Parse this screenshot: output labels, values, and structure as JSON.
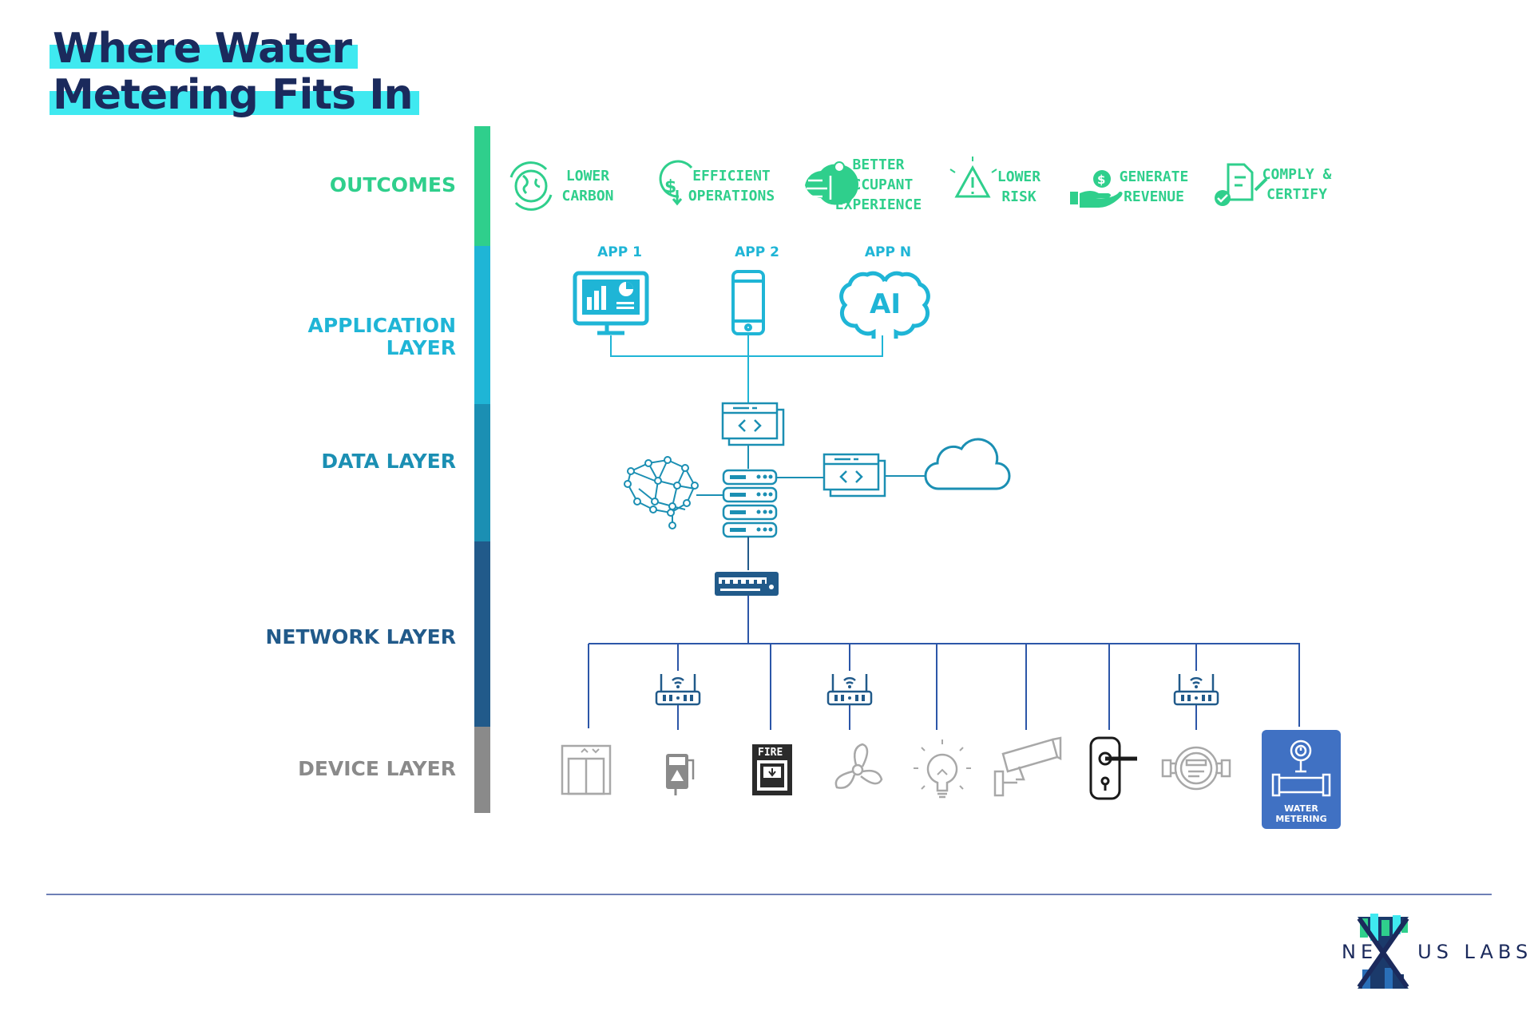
{
  "title": {
    "line1": "Where Water",
    "line2": "Metering Fits In"
  },
  "layers": {
    "outcomes": "OUTCOMES",
    "application": "APPLICATION\nLAYER",
    "data": "DATA LAYER",
    "network": "NETWORK LAYER",
    "device": "DEVICE LAYER"
  },
  "colors": {
    "outcomes": "#2fcf8c",
    "application": "#1fb5d6",
    "data": "#1b8fb3",
    "network": "#215a8a",
    "device": "#8a8a8a",
    "navy": "#1b2a5c",
    "highlight": "#3fe9f0",
    "network_line": "#2c56a8",
    "water_card": "#4071c3"
  },
  "outcomes": [
    {
      "icon": "globe-icon",
      "label": "LOWER\nCARBON"
    },
    {
      "icon": "dollar-cycle-icon",
      "label": "EFFICIENT\nOPERATIONS"
    },
    {
      "icon": "brain-circuit-icon",
      "label": "BETTER\nOCCUPANT\nEXPERIENCE"
    },
    {
      "icon": "warning-icon",
      "label": "LOWER\nRISK"
    },
    {
      "icon": "hand-money-icon",
      "label": "GENERATE\nREVENUE"
    },
    {
      "icon": "certificate-icon",
      "label": "COMPLY &\nCERTIFY"
    }
  ],
  "apps": [
    {
      "label": "APP 1",
      "icon": "dashboard-monitor-icon"
    },
    {
      "label": "APP 2",
      "icon": "smartphone-icon"
    },
    {
      "label": "APP N",
      "icon": "ai-brain-icon"
    }
  ],
  "data_layer_icons": [
    "api-window-icon",
    "neural-network-icon",
    "server-stack-icon",
    "api-window-icon",
    "cloud-icon"
  ],
  "network_layer_icons": [
    "network-switch-icon",
    "wifi-gateway-icon"
  ],
  "devices": [
    {
      "icon": "elevator-icon"
    },
    {
      "icon": "ev-charger-icon"
    },
    {
      "icon": "fire-panel-icon",
      "text": "FIRE"
    },
    {
      "icon": "fan-icon"
    },
    {
      "icon": "light-bulb-icon"
    },
    {
      "icon": "security-camera-icon"
    },
    {
      "icon": "door-lock-icon"
    },
    {
      "icon": "water-meter-icon"
    },
    {
      "icon": "water-metering-icon",
      "label": "WATER\nMETERING"
    }
  ],
  "logo": {
    "text_left": "NE",
    "text_right": "US LABS",
    "icon": "nexus-labs-logo-icon"
  }
}
